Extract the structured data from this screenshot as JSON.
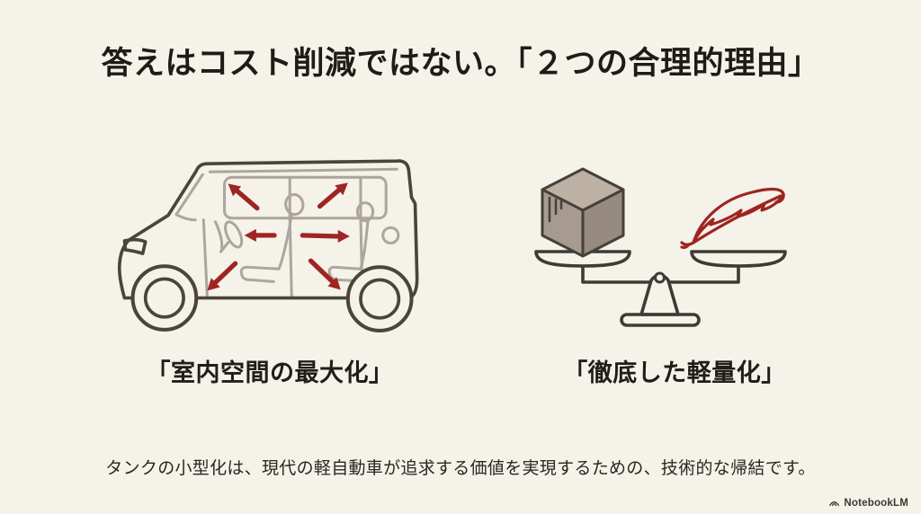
{
  "slide": {
    "title": "答えはコスト削減ではない。「２つの合理的理由」",
    "left_panel": {
      "caption": "「室内空間の最大化」",
      "illustration": "kei-car-side-view-with-interior-expansion-arrows",
      "arrow_directions": [
        "up-left",
        "up-right",
        "left",
        "right",
        "down-left",
        "down-right"
      ]
    },
    "right_panel": {
      "caption": "「徹底した軽量化」",
      "illustration": "balance-scale-heavy-cube-vs-light-feather"
    },
    "footer_text": "タンクの小型化は、現代の軽自動車が追求する価値を実現するための、技術的な帰結です。",
    "watermark": "NotebookLM"
  },
  "colors": {
    "background": "#f5f2ea",
    "heading_text": "#1f1b16",
    "body_text": "#2b2620",
    "accent_red": "#9e2522",
    "car_outline": "#4a443d",
    "interior_gray": "#aca69c",
    "scale_outline": "#3f3a34",
    "cube_top": "#bcb1a3",
    "cube_left": "#a69b8e",
    "cube_right": "#968b7e",
    "watermark_text": "#3c3731"
  }
}
